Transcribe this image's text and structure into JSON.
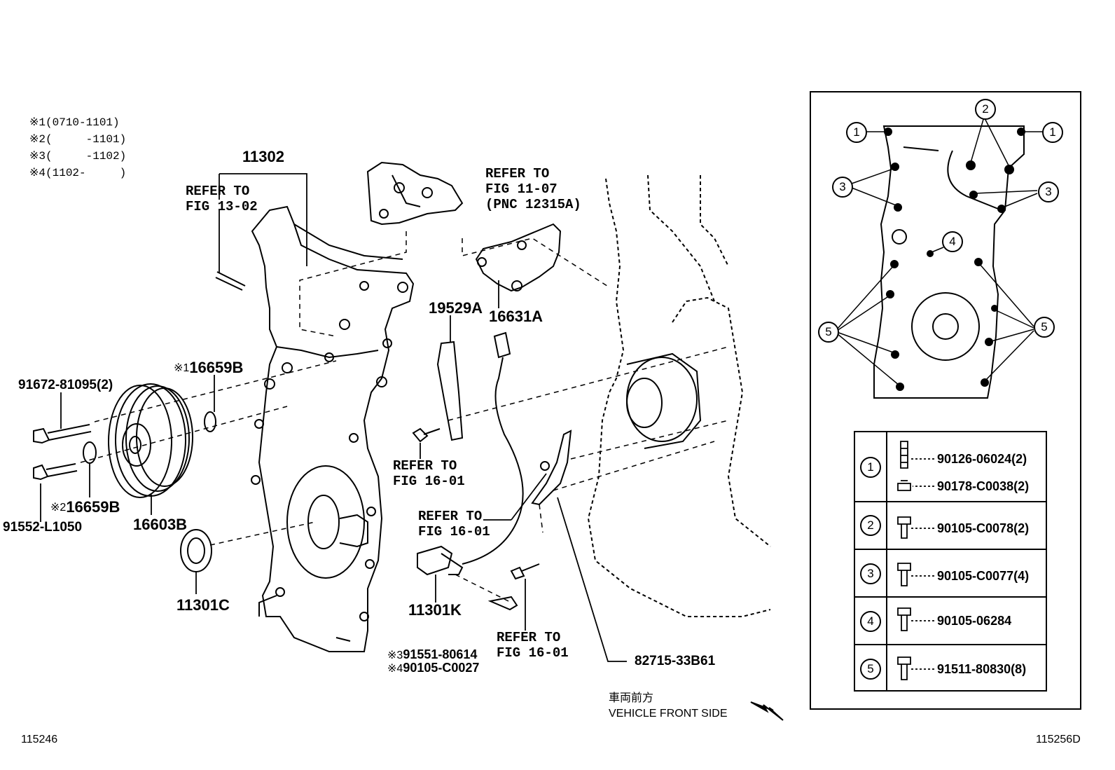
{
  "notes": [
    {
      "mark": "※1",
      "text": "(0710-1101)"
    },
    {
      "mark": "※2",
      "text": "(     -1101)"
    },
    {
      "mark": "※3",
      "text": "(     -1102)"
    },
    {
      "mark": "※4",
      "text": "(1102-     )"
    }
  ],
  "parts": {
    "p11302": "11302",
    "p16659b_1": "16659B",
    "p91672": "91672-81095(2)",
    "p16659b_2": "16659B",
    "p91552": "91552-L1050",
    "p16603b": "16603B",
    "p11301c": "11301C",
    "p19529a": "19529A",
    "p16631a": "16631A",
    "p11301k": "11301K",
    "p91551": "91551-80614",
    "p90105c0027": "90105-C0027",
    "p82715": "82715-33B61"
  },
  "marks": {
    "m1": "※1",
    "m2": "※2",
    "m3": "※3",
    "m4": "※4"
  },
  "refs": {
    "ref_13_02": "REFER TO\nFIG 13-02",
    "ref_11_07": "REFER TO\nFIG 11-07\n(PNC 12315A)",
    "ref_16_01_a": "REFER TO\nFIG 16-01",
    "ref_16_01_b": "REFER TO\nFIG 16-01",
    "ref_16_01_c": "REFER TO\nFIG 16-01"
  },
  "front": {
    "jp": "車両前方",
    "en": "VEHICLE FRONT SIDE"
  },
  "footer": {
    "left_code": "115246",
    "right_code": "115256D"
  },
  "detail": {
    "callouts": [
      "1",
      "2",
      "3",
      "4",
      "5"
    ]
  },
  "table": {
    "rows": [
      {
        "idx": "1",
        "parts": [
          "90126-06024(2)",
          "90178-C0038(2)"
        ]
      },
      {
        "idx": "2",
        "parts": [
          "90105-C0078(2)"
        ]
      },
      {
        "idx": "3",
        "parts": [
          "90105-C0077(4)"
        ]
      },
      {
        "idx": "4",
        "parts": [
          "90105-06284"
        ]
      },
      {
        "idx": "5",
        "parts": [
          "91511-80830(8)"
        ]
      }
    ]
  }
}
